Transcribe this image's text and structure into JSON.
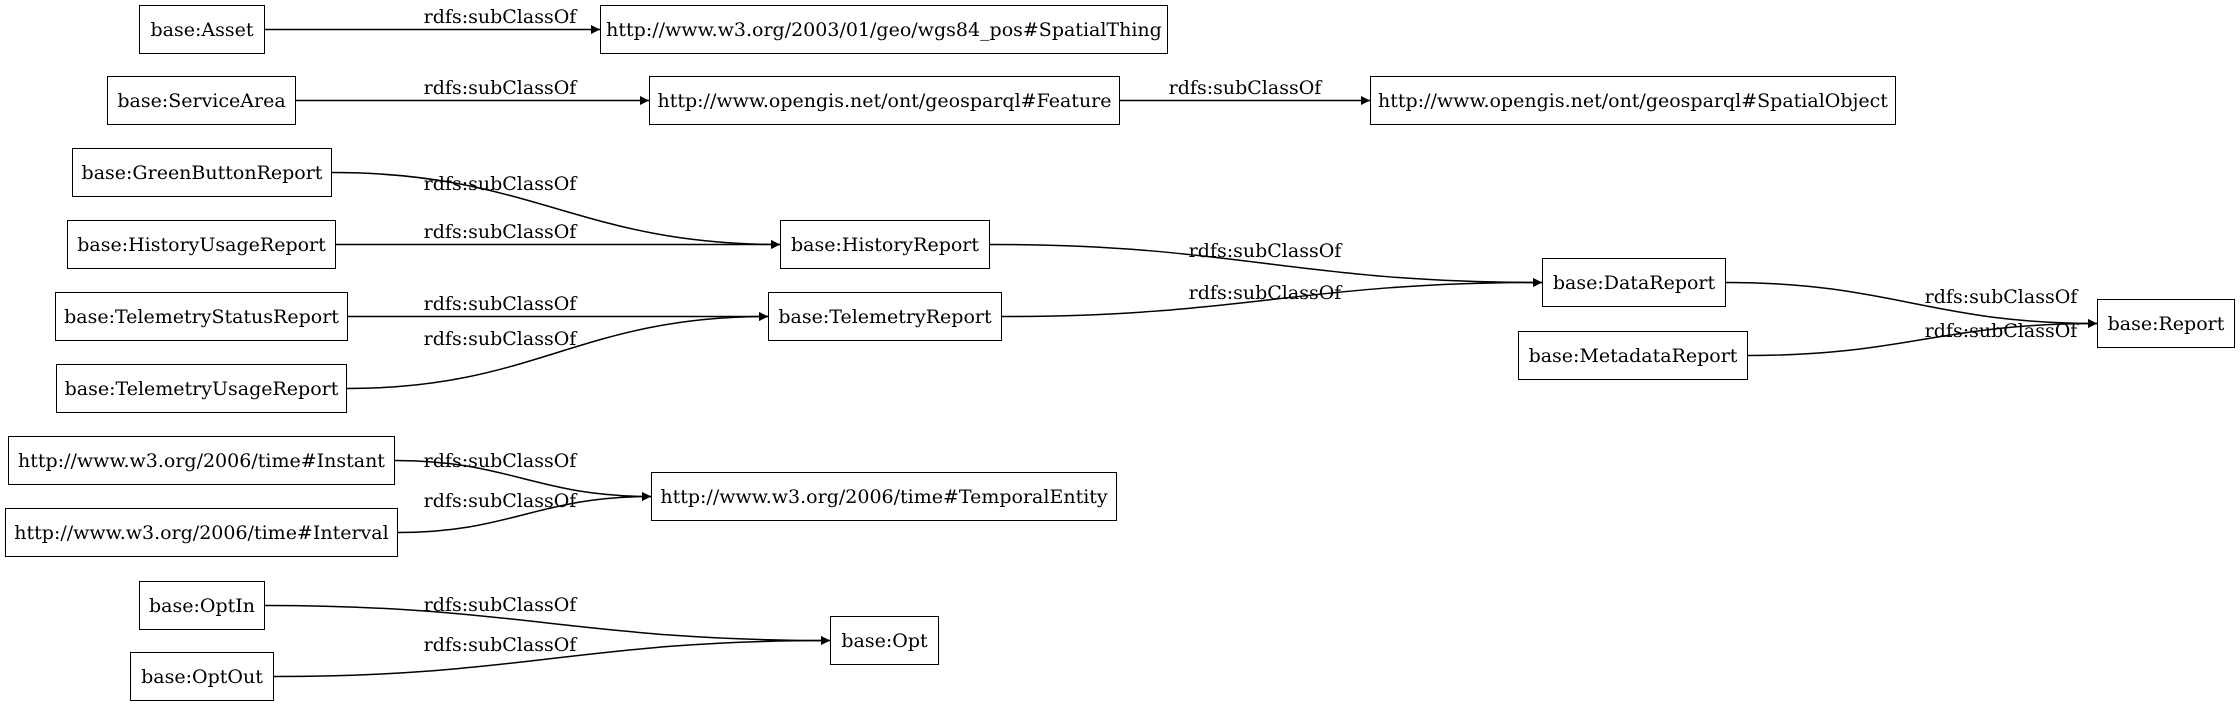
{
  "nodes": {
    "asset": "base:Asset",
    "spatial_thing": "http://www.w3.org/2003/01/geo/wgs84_pos#SpatialThing",
    "service_area": "base:ServiceArea",
    "feature": "http://www.opengis.net/ont/geosparql#Feature",
    "spatial_object": "http://www.opengis.net/ont/geosparql#SpatialObject",
    "green_button_report": "base:GreenButtonReport",
    "history_usage_report": "base:HistoryUsageReport",
    "history_report": "base:HistoryReport",
    "telemetry_status_report": "base:TelemetryStatusReport",
    "telemetry_usage_report": "base:TelemetryUsageReport",
    "telemetry_report": "base:TelemetryReport",
    "data_report": "base:DataReport",
    "metadata_report": "base:MetadataReport",
    "report": "base:Report",
    "instant": "http://www.w3.org/2006/time#Instant",
    "interval": "http://www.w3.org/2006/time#Interval",
    "temporal_entity": "http://www.w3.org/2006/time#TemporalEntity",
    "opt_in": "base:OptIn",
    "opt_out": "base:OptOut",
    "opt": "base:Opt"
  },
  "edges": [
    {
      "from": "asset",
      "to": "spatial_thing",
      "label": "rdfs:subClassOf"
    },
    {
      "from": "service_area",
      "to": "feature",
      "label": "rdfs:subClassOf"
    },
    {
      "from": "feature",
      "to": "spatial_object",
      "label": "rdfs:subClassOf"
    },
    {
      "from": "green_button_report",
      "to": "history_report",
      "label": "rdfs:subClassOf"
    },
    {
      "from": "history_usage_report",
      "to": "history_report",
      "label": "rdfs:subClassOf"
    },
    {
      "from": "history_report",
      "to": "data_report",
      "label": "rdfs:subClassOf"
    },
    {
      "from": "telemetry_status_report",
      "to": "telemetry_report",
      "label": "rdfs:subClassOf"
    },
    {
      "from": "telemetry_usage_report",
      "to": "telemetry_report",
      "label": "rdfs:subClassOf"
    },
    {
      "from": "telemetry_report",
      "to": "data_report",
      "label": "rdfs:subClassOf"
    },
    {
      "from": "data_report",
      "to": "report",
      "label": "rdfs:subClassOf"
    },
    {
      "from": "metadata_report",
      "to": "report",
      "label": "rdfs:subClassOf"
    },
    {
      "from": "instant",
      "to": "temporal_entity",
      "label": "rdfs:subClassOf"
    },
    {
      "from": "interval",
      "to": "temporal_entity",
      "label": "rdfs:subClassOf"
    },
    {
      "from": "opt_in",
      "to": "opt",
      "label": "rdfs:subClassOf"
    },
    {
      "from": "opt_out",
      "to": "opt",
      "label": "rdfs:subClassOf"
    }
  ]
}
